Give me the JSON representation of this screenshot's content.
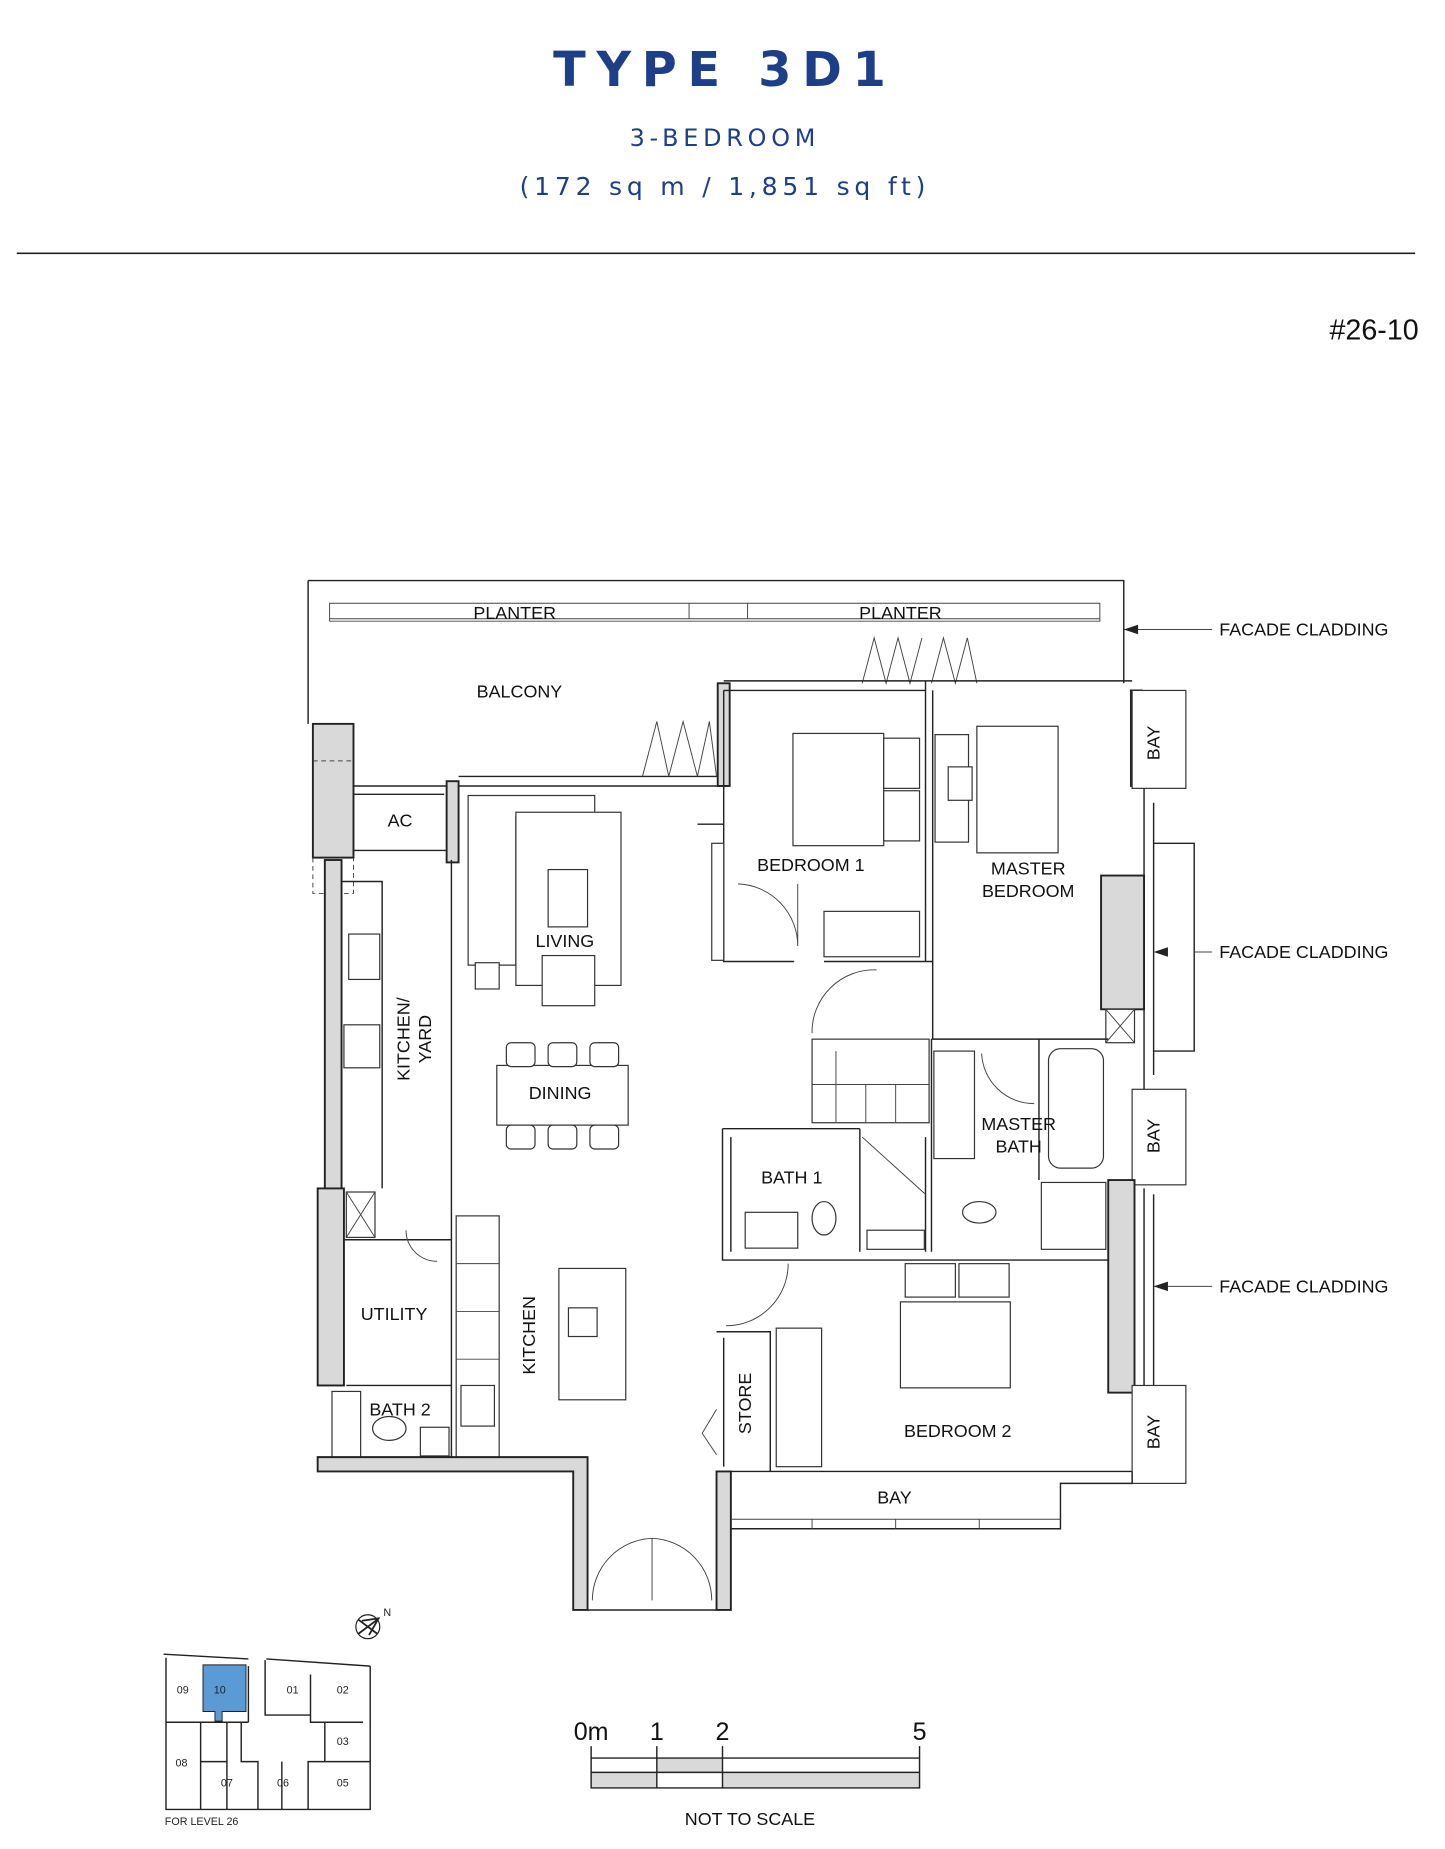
{
  "header": {
    "title": "TYPE 3D1",
    "subtitle": "3-BEDROOM",
    "area": "(172 sq m / 1,851 sq ft)",
    "unit_number": "#26-10"
  },
  "rooms": {
    "planter_left": "PLANTER",
    "planter_right": "PLANTER",
    "balcony": "BALCONY",
    "ac": "AC",
    "living": "LIVING",
    "bedroom_1": "BEDROOM  1",
    "master_bedroom": [
      "MASTER",
      "BEDROOM"
    ],
    "kitchen_yard": [
      "KITCHEN/",
      "YARD"
    ],
    "dining": "DINING",
    "master_bath": [
      "MASTER",
      "BATH"
    ],
    "bath_1": "BATH  1",
    "utility": "UTILITY",
    "kitchen": "KITCHEN",
    "bath_2": "BATH  2",
    "store": "STORE",
    "bedroom_2": "BEDROOM  2",
    "bay_bottom": "BAY",
    "bay_right": [
      "BAY",
      "BAY",
      "BAY"
    ]
  },
  "callouts": [
    "FACADE CLADDING",
    "FACADE CLADDING",
    "FACADE CLADDING"
  ],
  "key_plan": {
    "north": "N",
    "units": [
      "09",
      "10",
      "01",
      "02",
      "03",
      "08",
      "07",
      "06",
      "05"
    ],
    "highlighted_unit": "10",
    "highlight_color": "#5b9bd5",
    "caption": "FOR LEVEL 26"
  },
  "scale_bar": {
    "ticks": [
      "0m",
      "1",
      "2",
      "5"
    ],
    "note": "NOT TO SCALE"
  }
}
